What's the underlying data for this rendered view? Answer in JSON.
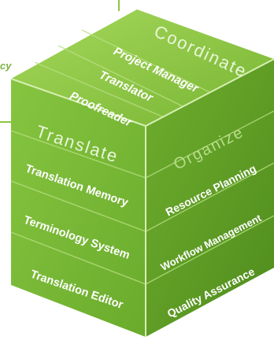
{
  "diagram": {
    "top_face": {
      "header": "Coordinate",
      "items": [
        "Project Manager",
        "Translator",
        "Proofreader"
      ]
    },
    "left_face": {
      "header": "Translate",
      "items": [
        "Translation Memory",
        "Terminology System",
        "Translation Editor"
      ]
    },
    "right_face": {
      "header": "Organize",
      "items": [
        "Resource Planning",
        "Workflow Management",
        "Quality Assurance"
      ]
    },
    "side_label_fragment": "cy"
  },
  "colors": {
    "top_face": "#8cc53f",
    "left_face": "#7bbf37",
    "right_face": "#5f9e26",
    "edge_highlight": "#c9e89c",
    "connector_line": "#8cc53f",
    "label_text": "#ffffff",
    "header_text": "#eaf6da"
  }
}
